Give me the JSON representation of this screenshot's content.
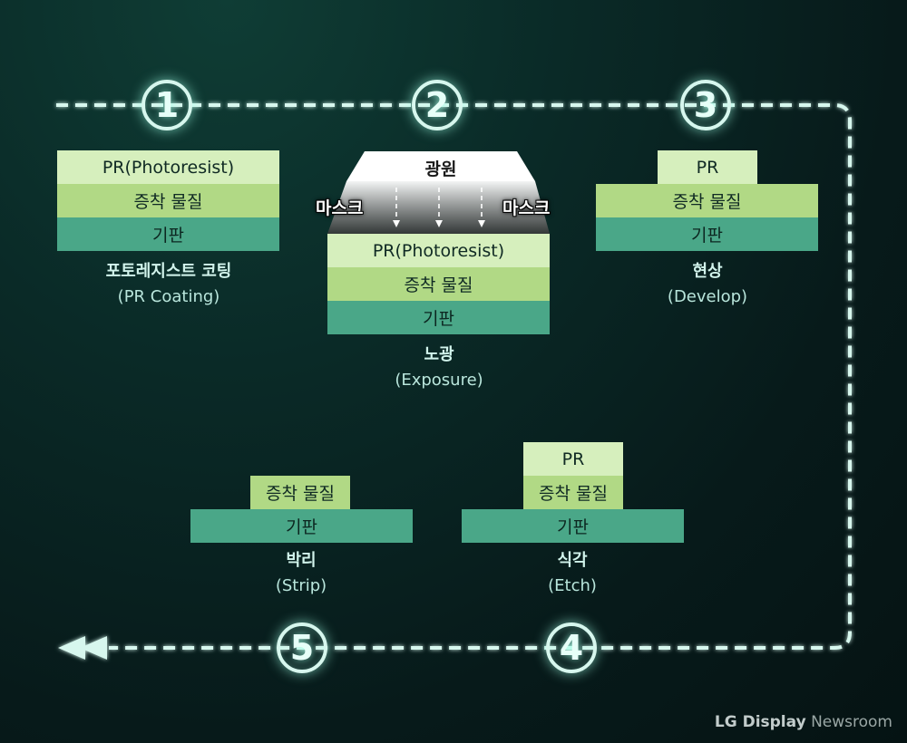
{
  "steps": [
    {
      "number": "1",
      "name_ko": "포토레지스트 코팅",
      "name_en": "(PR Coating)"
    },
    {
      "number": "2",
      "name_ko": "노광",
      "name_en": "(Exposure)"
    },
    {
      "number": "3",
      "name_ko": "현상",
      "name_en": "(Develop)"
    },
    {
      "number": "4",
      "name_ko": "식각",
      "name_en": "(Etch)"
    },
    {
      "number": "5",
      "name_ko": "박리",
      "name_en": "(Strip)"
    }
  ],
  "layers": {
    "photoresist_full": "PR(Photoresist)",
    "photoresist_short": "PR",
    "deposition": "증착 물질",
    "substrate": "기판"
  },
  "exposure": {
    "light_source": "광원",
    "mask_left": "마스크",
    "mask_right": "마스크"
  },
  "watermark": {
    "brand": "LG Display",
    "suffix": " Newsroom"
  },
  "colors": {
    "photoresist": "#d6efbd",
    "deposition": "#b1d985",
    "substrate": "#4aa788",
    "flow_line": "#d7f7ee"
  }
}
